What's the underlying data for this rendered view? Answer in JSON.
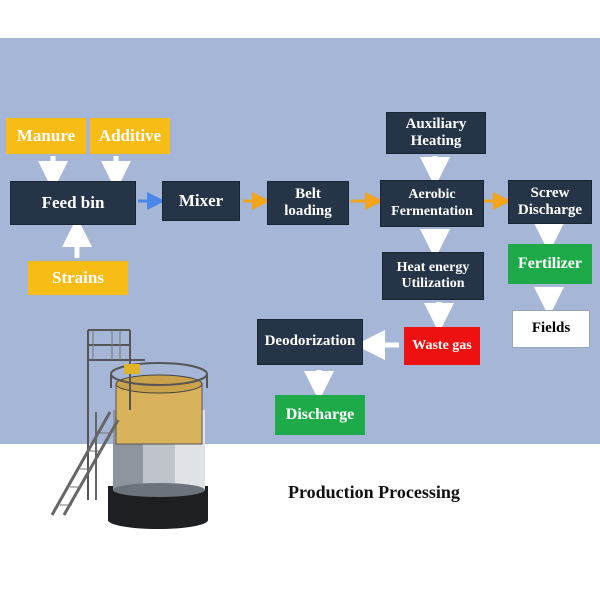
{
  "nodes": {
    "manure": "Manure",
    "additive": "Additive",
    "feed_bin": "Feed bin",
    "strains": "Strains",
    "mixer": "Mixer",
    "belt_loading": "Belt loading",
    "auxiliary_heating": "Auxiliary Heating",
    "aerobic_fermentation": "Aerobic Fermentation",
    "screw_discharge": "Screw Discharge",
    "heat_energy_utilization": "Heat energy Utilization",
    "fertilizer": "Fertilizer",
    "fields": "Fields",
    "deodorization": "Deodorization",
    "waste_gas": "Waste gas",
    "discharge": "Discharge"
  },
  "caption": "Production Processing",
  "colors": {
    "panel": "#a6b6d6",
    "dark_box": "#253447",
    "yellow_box": "#f7bc16",
    "green_box": "#1faa4a",
    "red_box": "#ee1111",
    "white_arrow": "#ffffff",
    "blue_arrow": "#4a86e8",
    "orange_arrow": "#f2a51a"
  },
  "illustration": "fermentation-tank-icon"
}
